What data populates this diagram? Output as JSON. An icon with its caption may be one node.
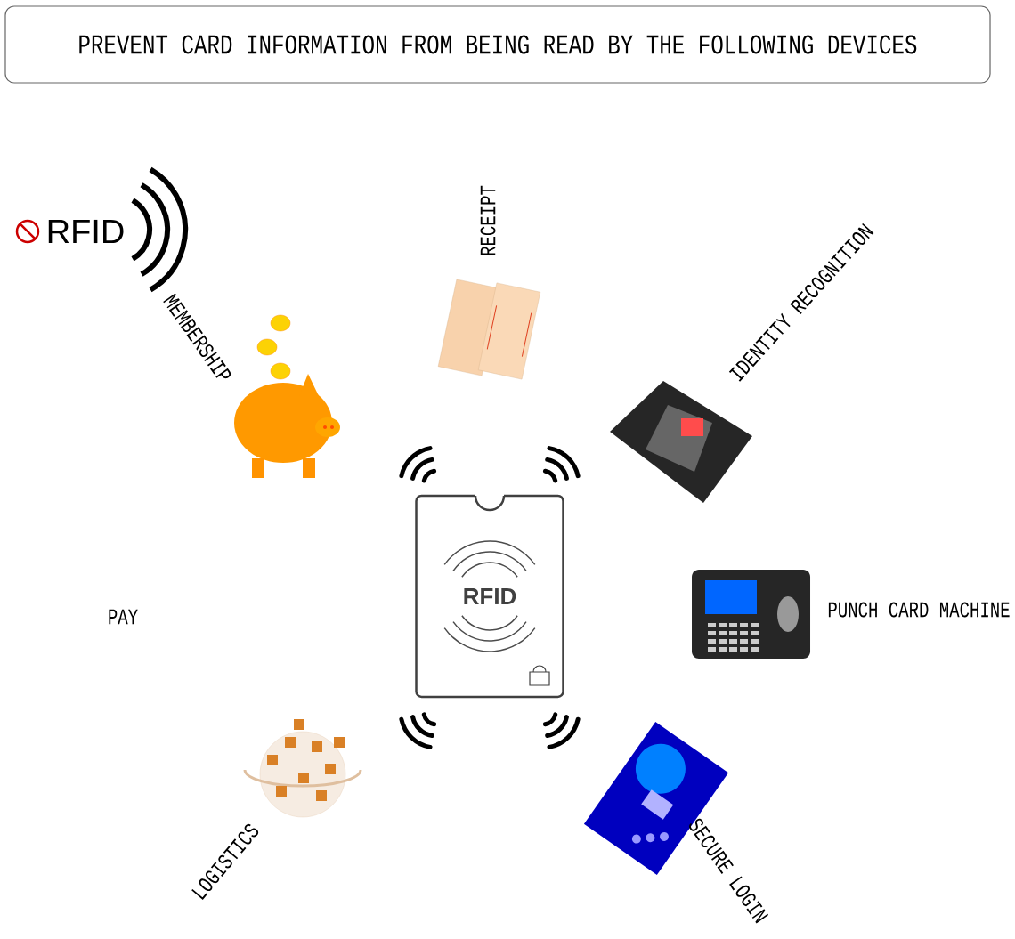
{
  "diagram": {
    "title": "PREVENT CARD INFORMATION FROM BEING READ BY THE FOLLOWING DEVICES",
    "nodes": [
      {
        "text": [
          "RFID"
        ]
      }
    ],
    "labels": [
      "RFID",
      "RECEIPT",
      "IDENTITY RECOGNITION",
      "MEMBERSHIP",
      "PAY",
      "PUNCH CARD MACHINE",
      "LOGISTICS",
      "SECURE LOGIN"
    ]
  }
}
